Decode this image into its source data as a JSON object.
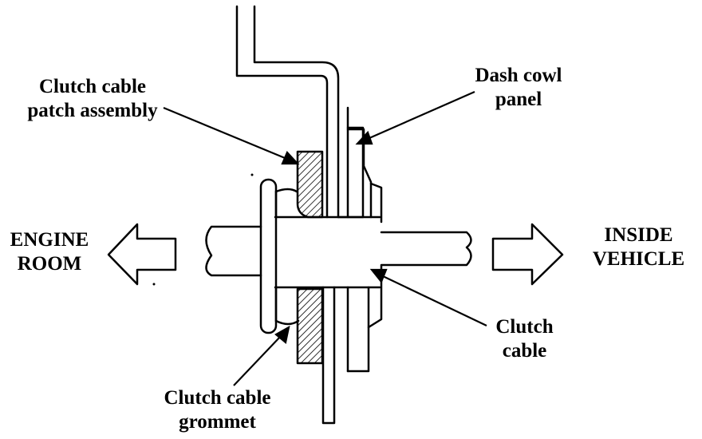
{
  "labels": {
    "patch_line1": "Clutch cable",
    "patch_line2": "patch assembly",
    "dash_line1": "Dash cowl",
    "dash_line2": "panel",
    "engine_line1": "ENGINE",
    "engine_line2": "ROOM",
    "inside_line1": "INSIDE",
    "inside_line2": "VEHICLE",
    "cable_line1": "Clutch",
    "cable_line2": "cable",
    "grommet_line1": "Clutch cable",
    "grommet_line2": "grommet"
  },
  "colors": {
    "ink": "#000000",
    "paper": "#ffffff"
  }
}
